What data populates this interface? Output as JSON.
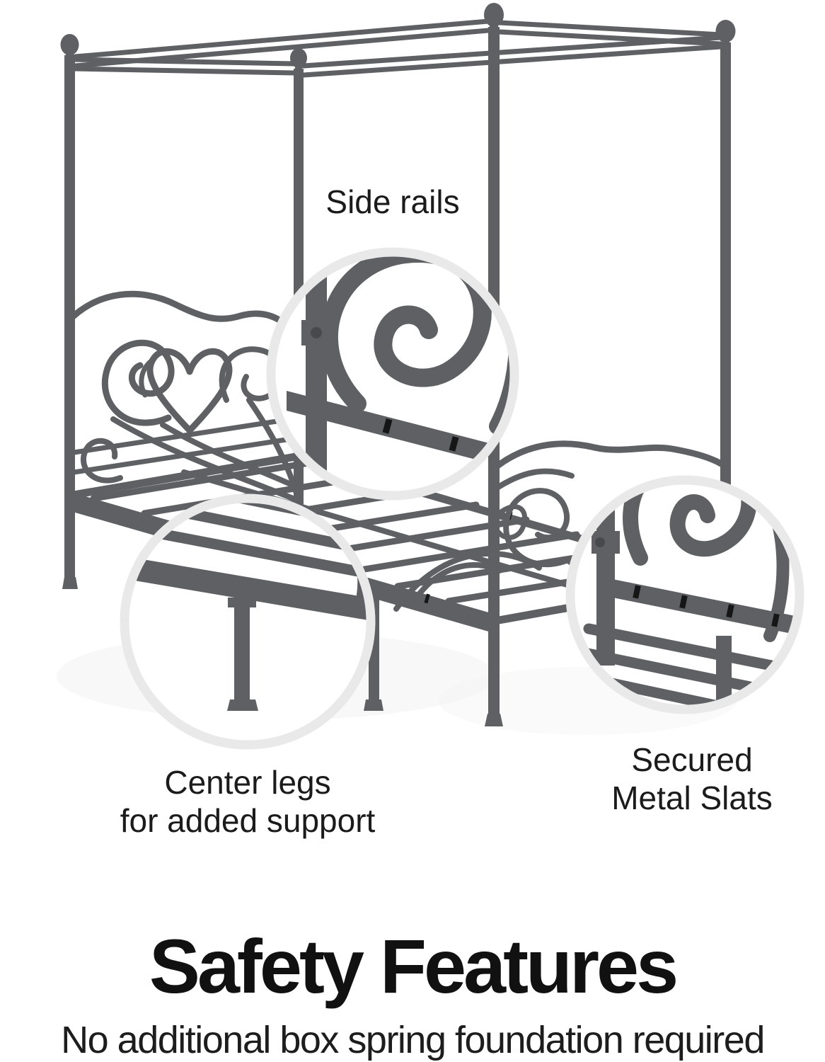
{
  "illustration": {
    "description": "Gray metal canopy bed frame with ornate scroll headboard and footboard, three magnifier callout circles",
    "callouts": {
      "side_rails": "Side rails",
      "center_legs": [
        "Center legs",
        "for added support"
      ],
      "secured_slats": [
        "Secured",
        "Metal Slats"
      ]
    },
    "colors": {
      "metal": "#5e6063",
      "metal_dark": "#47494c",
      "slot": "#161616",
      "ring": "#e9e9e9",
      "shadow": "#f3f3f3",
      "background": "#ffffff",
      "text": "#1b1b1b"
    }
  },
  "footer": {
    "title": "Safety Features",
    "subtitle": "No additional box spring foundation required"
  }
}
